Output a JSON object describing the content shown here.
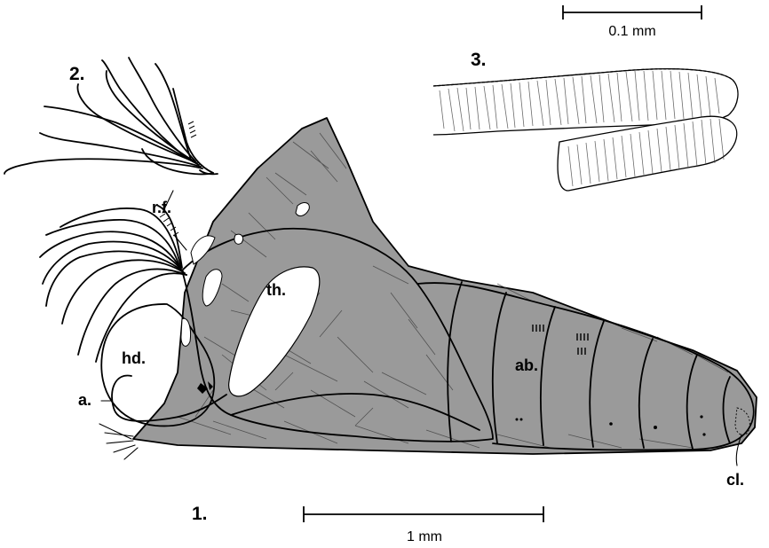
{
  "figure": {
    "panels": {
      "panel_1": "1.",
      "panel_2": "2.",
      "panel_3": "3."
    },
    "labels": {
      "respiratory_filaments": "r.f.",
      "thorax": "th.",
      "head": "hd.",
      "antenna": "a.",
      "abdomen": "ab.",
      "cocoon_lining": "cl."
    },
    "scale_bars": {
      "large": "1 mm",
      "small": "0.1 mm"
    },
    "colors": {
      "cocoon_fill": "#9a9a9a",
      "ink": "#000000",
      "background": "#ffffff"
    }
  }
}
